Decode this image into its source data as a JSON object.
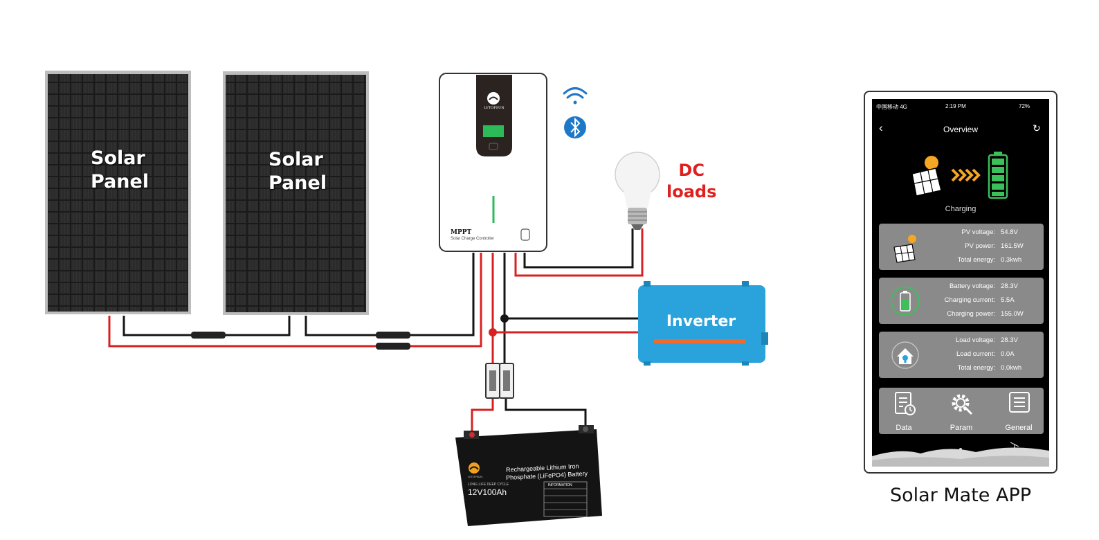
{
  "diagram": {
    "panels": [
      {
        "label_line1": "Solar",
        "label_line2": "Panel"
      },
      {
        "label_line1": "Solar",
        "label_line2": "Panel"
      }
    ],
    "controller": {
      "brand": "LVTOPSUN",
      "type": "MPPT",
      "subtitle": "Solar Charge Controller"
    },
    "dc_loads": {
      "line1": "DC",
      "line2": "loads"
    },
    "inverter": {
      "label": "Inverter"
    },
    "battery": {
      "brand": "LVTOPSUN",
      "title_line1": "Rechargeable Lithium Iron",
      "title_line2": "Phosphate (LiFePO4) Battery",
      "cycle": "LONG LIFE DEEP CYCLE",
      "model": "12V100Ah",
      "info_header": "INFORMATION"
    },
    "icons": [
      "wifi-icon",
      "bluetooth-icon",
      "light-bulb-icon"
    ],
    "colors": {
      "positive_wire": "#d92020",
      "negative_wire": "#151515",
      "inverter_blue": "#2aa3dc",
      "dc_label_red": "#e02020"
    }
  },
  "app": {
    "caption": "Solar Mate APP",
    "status": {
      "carrier": "中国移动  4G",
      "time": "2:19 PM",
      "battery": "72%"
    },
    "title": "Overview",
    "charging_label": "Charging",
    "pv": [
      {
        "label": "PV voltage:",
        "value": "54.8V"
      },
      {
        "label": "PV power:",
        "value": "161.5W"
      },
      {
        "label": "Total energy:",
        "value": "0.3kwh"
      }
    ],
    "battery": [
      {
        "label": "Battery voltage:",
        "value": "28.3V"
      },
      {
        "label": "Charging current:",
        "value": "5.5A"
      },
      {
        "label": "Charging power:",
        "value": "155.0W"
      }
    ],
    "load": [
      {
        "label": "Load voltage:",
        "value": "28.3V"
      },
      {
        "label": "Load current:",
        "value": "0.0A"
      },
      {
        "label": "Total energy:",
        "value": "0.0kwh"
      }
    ],
    "menu": [
      {
        "label": "Data",
        "icon": "data-icon"
      },
      {
        "label": "Param",
        "icon": "gear-icon"
      },
      {
        "label": "General",
        "icon": "list-icon"
      }
    ]
  }
}
